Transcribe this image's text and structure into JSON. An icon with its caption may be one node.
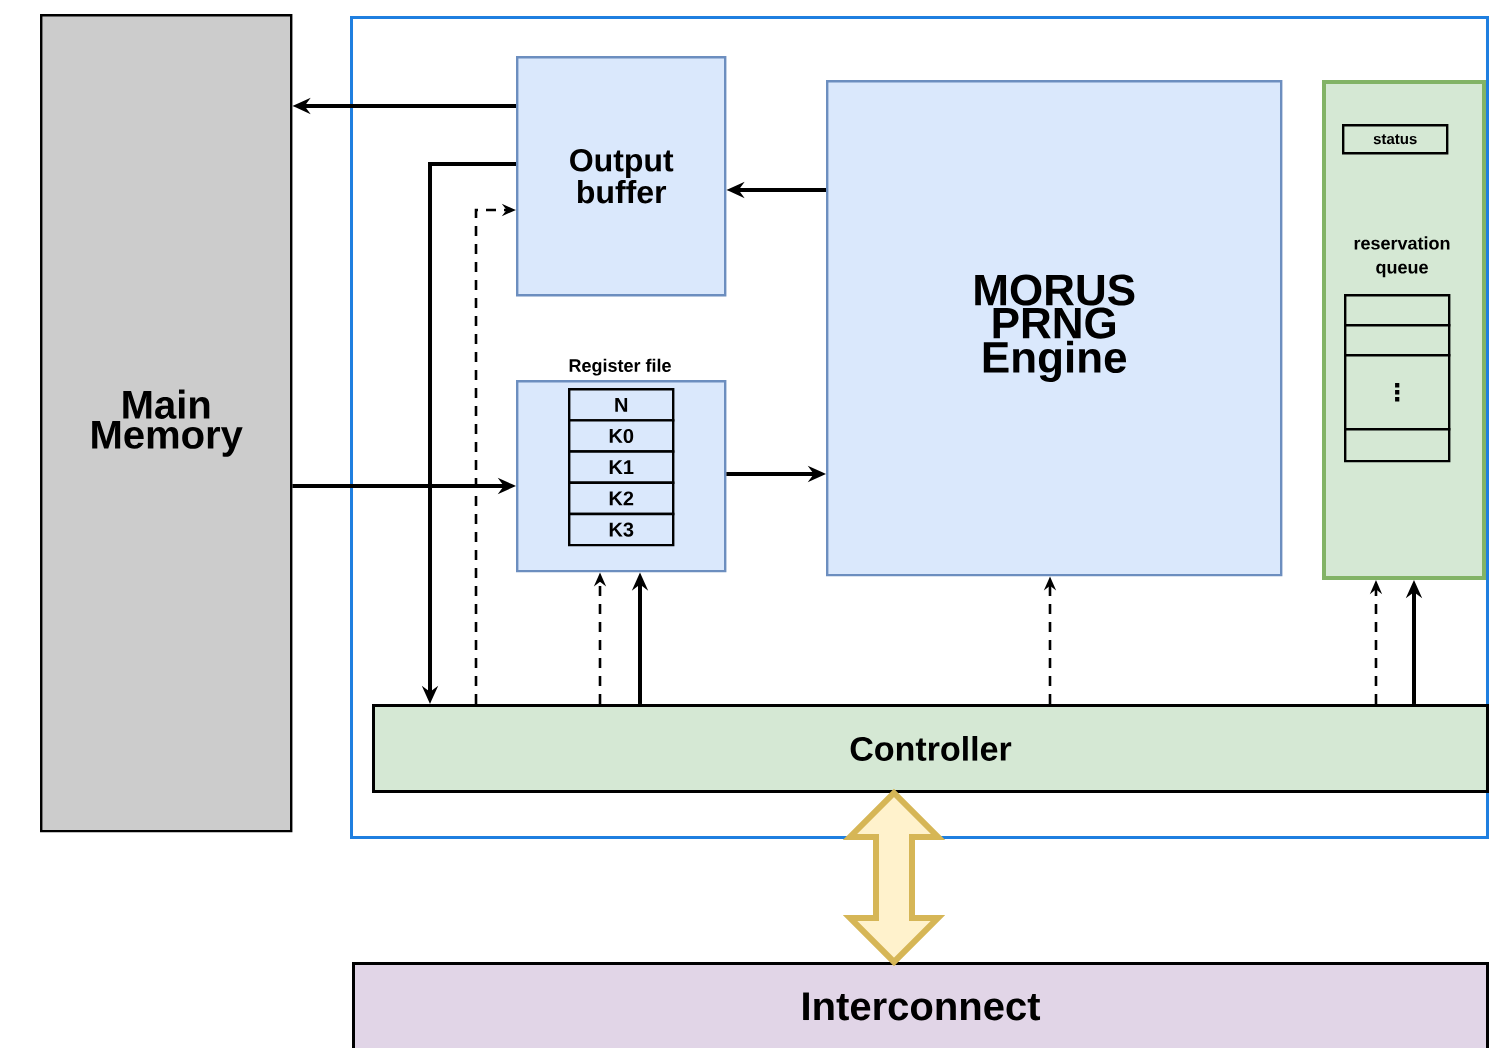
{
  "diagram": {
    "nodes": [
      {
        "text": [
          "Main Memory"
        ]
      },
      {
        "text": [],
        "shape": "box"
      },
      {
        "text": [
          "Output buffer"
        ],
        "in": 1
      },
      {
        "text": [
          "Register file"
        ],
        "in": 1
      },
      {
        "text": [
          "N"
        ],
        "in": 3
      },
      {
        "text": [
          "K0"
        ],
        "in": 3
      },
      {
        "text": [
          "K1"
        ],
        "in": 3
      },
      {
        "text": [
          "K2"
        ],
        "in": 3
      },
      {
        "text": [
          "K3"
        ],
        "in": 3
      },
      {
        "text": [
          "MORUS PRNG Engine"
        ],
        "in": 1
      },
      {
        "text": [
          "reservation queue"
        ],
        "in": 1
      },
      {
        "text": [
          "status"
        ],
        "in": 10
      },
      {
        "text": [],
        "shape": "box",
        "in": 10
      },
      {
        "text": [],
        "shape": "box",
        "in": 10
      },
      {
        "text": [
          "⋮"
        ],
        "in": 10
      },
      {
        "text": [],
        "shape": "box",
        "in": 10
      },
      {
        "text": [
          "Controller"
        ],
        "in": 1
      },
      {
        "text": [
          "Interconnect"
        ]
      }
    ],
    "edges": [
      {
        "from": 2,
        "to": 0,
        "arrow": "to"
      },
      {
        "from": 2,
        "to": 16,
        "arrow": "to"
      },
      {
        "from": 16,
        "to": 2,
        "arrow": "to",
        "style": "dashed"
      },
      {
        "from": 0,
        "to": 3,
        "arrow": "to"
      },
      {
        "from": 3,
        "to": 9,
        "arrow": "to"
      },
      {
        "from": 9,
        "to": 2,
        "arrow": "to"
      },
      {
        "from": 16,
        "to": 3,
        "arrow": "to",
        "style": "dashed"
      },
      {
        "from": 16,
        "to": 3,
        "arrow": "to"
      },
      {
        "from": 16,
        "to": 9,
        "arrow": "to",
        "style": "dashed"
      },
      {
        "from": 16,
        "to": 10,
        "arrow": "to",
        "style": "dashed"
      },
      {
        "from": 16,
        "to": 10,
        "arrow": "to"
      },
      {
        "from": 16,
        "to": 17,
        "arrow": "both",
        "style": "thick",
        "color": "#d6b656"
      }
    ]
  }
}
